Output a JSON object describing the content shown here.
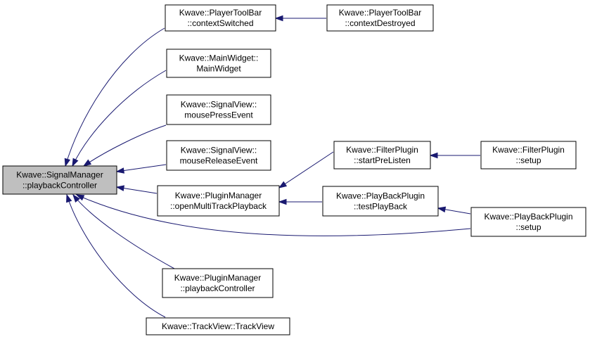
{
  "diagram": {
    "nodes": [
      {
        "id": "signal_manager_playback",
        "lines": [
          "Kwave::SignalManager",
          "::playbackController"
        ],
        "root": true
      },
      {
        "id": "ptb_context_switched",
        "lines": [
          "Kwave::PlayerToolBar",
          "::contextSwitched"
        ]
      },
      {
        "id": "ptb_context_destroyed",
        "lines": [
          "Kwave::PlayerToolBar",
          "::contextDestroyed"
        ]
      },
      {
        "id": "main_widget",
        "lines": [
          "Kwave::MainWidget::",
          "MainWidget"
        ]
      },
      {
        "id": "sv_mouse_press",
        "lines": [
          "Kwave::SignalView::",
          "mousePressEvent"
        ]
      },
      {
        "id": "sv_mouse_release",
        "lines": [
          "Kwave::SignalView::",
          "mouseReleaseEvent"
        ]
      },
      {
        "id": "pm_open_multi",
        "lines": [
          "Kwave::PluginManager",
          "::openMultiTrackPlayback"
        ]
      },
      {
        "id": "fp_start_prelisten",
        "lines": [
          "Kwave::FilterPlugin",
          "::startPreListen"
        ]
      },
      {
        "id": "fp_setup",
        "lines": [
          "Kwave::FilterPlugin",
          "::setup"
        ]
      },
      {
        "id": "pbp_test_playback",
        "lines": [
          "Kwave::PlayBackPlugin",
          "::testPlayBack"
        ]
      },
      {
        "id": "pbp_setup",
        "lines": [
          "Kwave::PlayBackPlugin",
          "::setup"
        ]
      },
      {
        "id": "pm_playback_controller",
        "lines": [
          "Kwave::PluginManager",
          "::playbackController"
        ]
      },
      {
        "id": "tv_trackview",
        "lines": [
          "Kwave::TrackView::TrackView"
        ]
      }
    ],
    "edges": [
      {
        "from": "ptb_context_switched",
        "to": "signal_manager_playback"
      },
      {
        "from": "ptb_context_destroyed",
        "to": "ptb_context_switched"
      },
      {
        "from": "main_widget",
        "to": "signal_manager_playback"
      },
      {
        "from": "sv_mouse_press",
        "to": "signal_manager_playback"
      },
      {
        "from": "sv_mouse_release",
        "to": "signal_manager_playback"
      },
      {
        "from": "pm_open_multi",
        "to": "signal_manager_playback"
      },
      {
        "from": "fp_start_prelisten",
        "to": "pm_open_multi"
      },
      {
        "from": "fp_setup",
        "to": "fp_start_prelisten"
      },
      {
        "from": "pbp_test_playback",
        "to": "pm_open_multi"
      },
      {
        "from": "pbp_setup",
        "to": "pbp_test_playback"
      },
      {
        "from": "pbp_setup",
        "to": "signal_manager_playback"
      },
      {
        "from": "pm_playback_controller",
        "to": "signal_manager_playback"
      },
      {
        "from": "tv_trackview",
        "to": "signal_manager_playback"
      }
    ],
    "colors": {
      "edge": "#191970",
      "root_fill": "#bfbfbf",
      "node_fill": "#ffffff",
      "node_border": "#000000"
    }
  }
}
